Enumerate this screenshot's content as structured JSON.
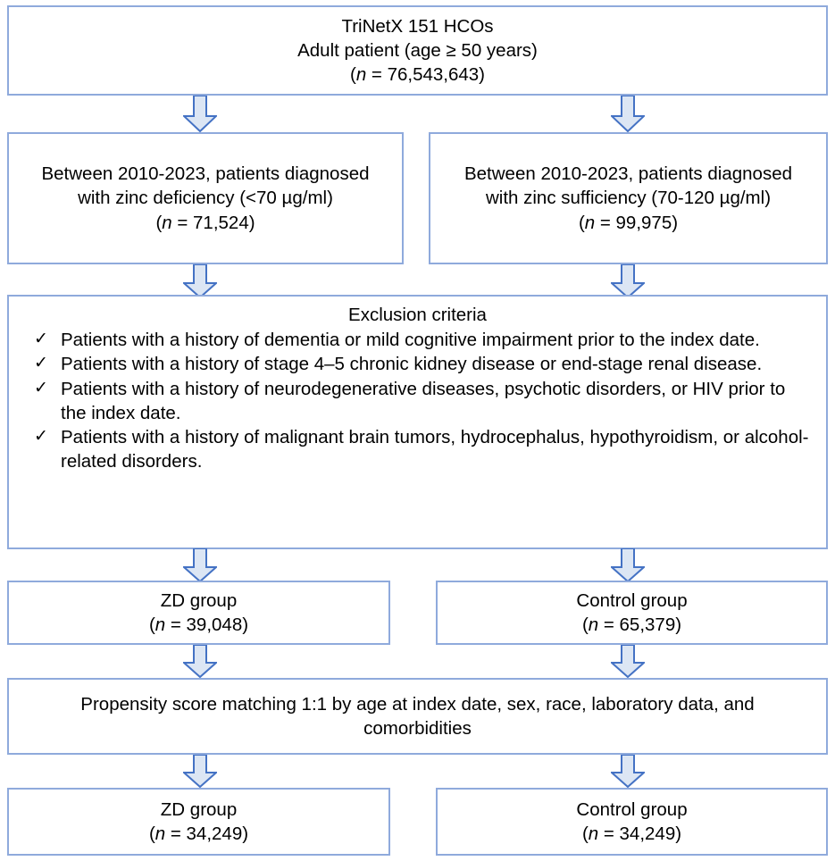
{
  "diagram": {
    "title": "Study population selection flowchart",
    "colors": {
      "box_border": "#8faadc",
      "arrow_fill": "#dce6f4",
      "arrow_stroke": "#4472c4",
      "background": "#ffffff",
      "text": "#000000"
    }
  },
  "nodes": {
    "source": {
      "id": "source-cohort-box",
      "lines": [
        "TriNetX 151 HCOs",
        "Adult patient (age ≥ 50 years)"
      ],
      "count_prefix": "(",
      "count_italic": "n",
      "count_value": " = 76,543,643)"
    },
    "zinc_deficiency": {
      "id": "zinc-deficiency-box",
      "lines": [
        "Between 2010-2023, patients diagnosed",
        "with zinc deficiency (<70 µg/ml)"
      ],
      "count_prefix": "(",
      "count_italic": "n",
      "count_value": " = 71,524)"
    },
    "zinc_sufficiency": {
      "id": "zinc-sufficiency-box",
      "lines": [
        "Between 2010-2023, patients diagnosed",
        "with zinc sufficiency (70-120 µg/ml)"
      ],
      "count_prefix": "(",
      "count_italic": "n",
      "count_value": " = 99,975)"
    },
    "exclusion": {
      "id": "exclusion-criteria-box",
      "title": "Exclusion criteria",
      "check_glyph": "✓",
      "items": [
        "Patients with a history of dementia or mild cognitive impairment prior to the index date.",
        "Patients with a history of stage 4–5 chronic kidney disease or end-stage renal disease.",
        "Patients with a history of neurodegenerative diseases, psychotic disorders, or HIV prior to the index date.",
        "Patients with a history of malignant brain tumors, hydrocephalus, hypothyroidism, or alcohol-related disorders."
      ]
    },
    "zd_group_pre": {
      "id": "zd-group-prematch-box",
      "label": "ZD group",
      "count_prefix": "(",
      "count_italic": "n",
      "count_value": " = 39,048)"
    },
    "control_group_pre": {
      "id": "control-group-prematch-box",
      "label": "Control group",
      "count_prefix": "(",
      "count_italic": "n",
      "count_value": " = 65,379)"
    },
    "matching": {
      "id": "propensity-score-matching-box",
      "text": "Propensity score matching 1:1 by age at index date, sex, race, laboratory data, and comorbidities"
    },
    "zd_group_post": {
      "id": "zd-group-matched-box",
      "label": "ZD group",
      "count_prefix": "(",
      "count_italic": "n",
      "count_value": " = 34,249)"
    },
    "control_group_post": {
      "id": "control-group-matched-box",
      "label": "Control group",
      "count_prefix": "(",
      "count_italic": "n",
      "count_value": " = 34,249)"
    }
  },
  "connectors": [
    {
      "name": "arrow-source-to-zinc-deficiency"
    },
    {
      "name": "arrow-source-to-zinc-sufficiency"
    },
    {
      "name": "arrow-zinc-deficiency-to-exclusion"
    },
    {
      "name": "arrow-zinc-sufficiency-to-exclusion"
    },
    {
      "name": "arrow-exclusion-to-zd-group"
    },
    {
      "name": "arrow-exclusion-to-control-group"
    },
    {
      "name": "arrow-zd-group-to-matching"
    },
    {
      "name": "arrow-control-group-to-matching"
    },
    {
      "name": "arrow-matching-to-zd-group-matched"
    },
    {
      "name": "arrow-matching-to-control-group-matched"
    }
  ]
}
